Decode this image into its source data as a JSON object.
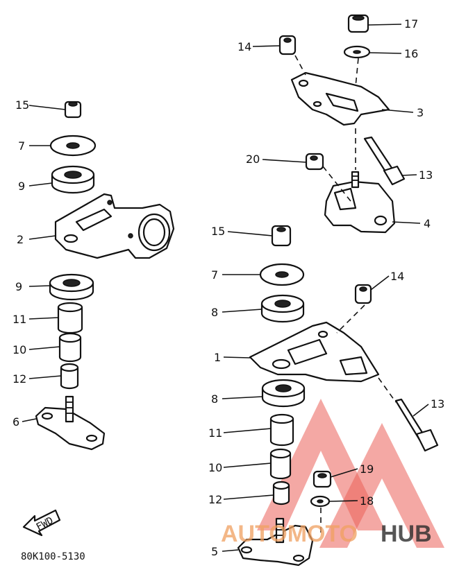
{
  "diagram_code": "80K100-5130",
  "fwd_label": "FWD",
  "watermark": {
    "word1": "AUTOMOTO",
    "word2": "HUB",
    "color_accent": "#e8453c",
    "color_orange": "#f0a060",
    "color_dark": "#2c2c2c"
  },
  "callouts": {
    "c1": "1",
    "c2": "2",
    "c3": "3",
    "c4": "4",
    "c5": "5",
    "c6": "6",
    "c7a": "7",
    "c7b": "7",
    "c8a": "8",
    "c8b": "8",
    "c9a": "9",
    "c9b": "9",
    "c10a": "10",
    "c10b": "10",
    "c11a": "11",
    "c11b": "11",
    "c12a": "12",
    "c12b": "12",
    "c13a": "13",
    "c13b": "13",
    "c14a": "14",
    "c14b": "14",
    "c15a": "15",
    "c15b": "15",
    "c16": "16",
    "c17": "17",
    "c18": "18",
    "c19": "19",
    "c20": "20"
  }
}
